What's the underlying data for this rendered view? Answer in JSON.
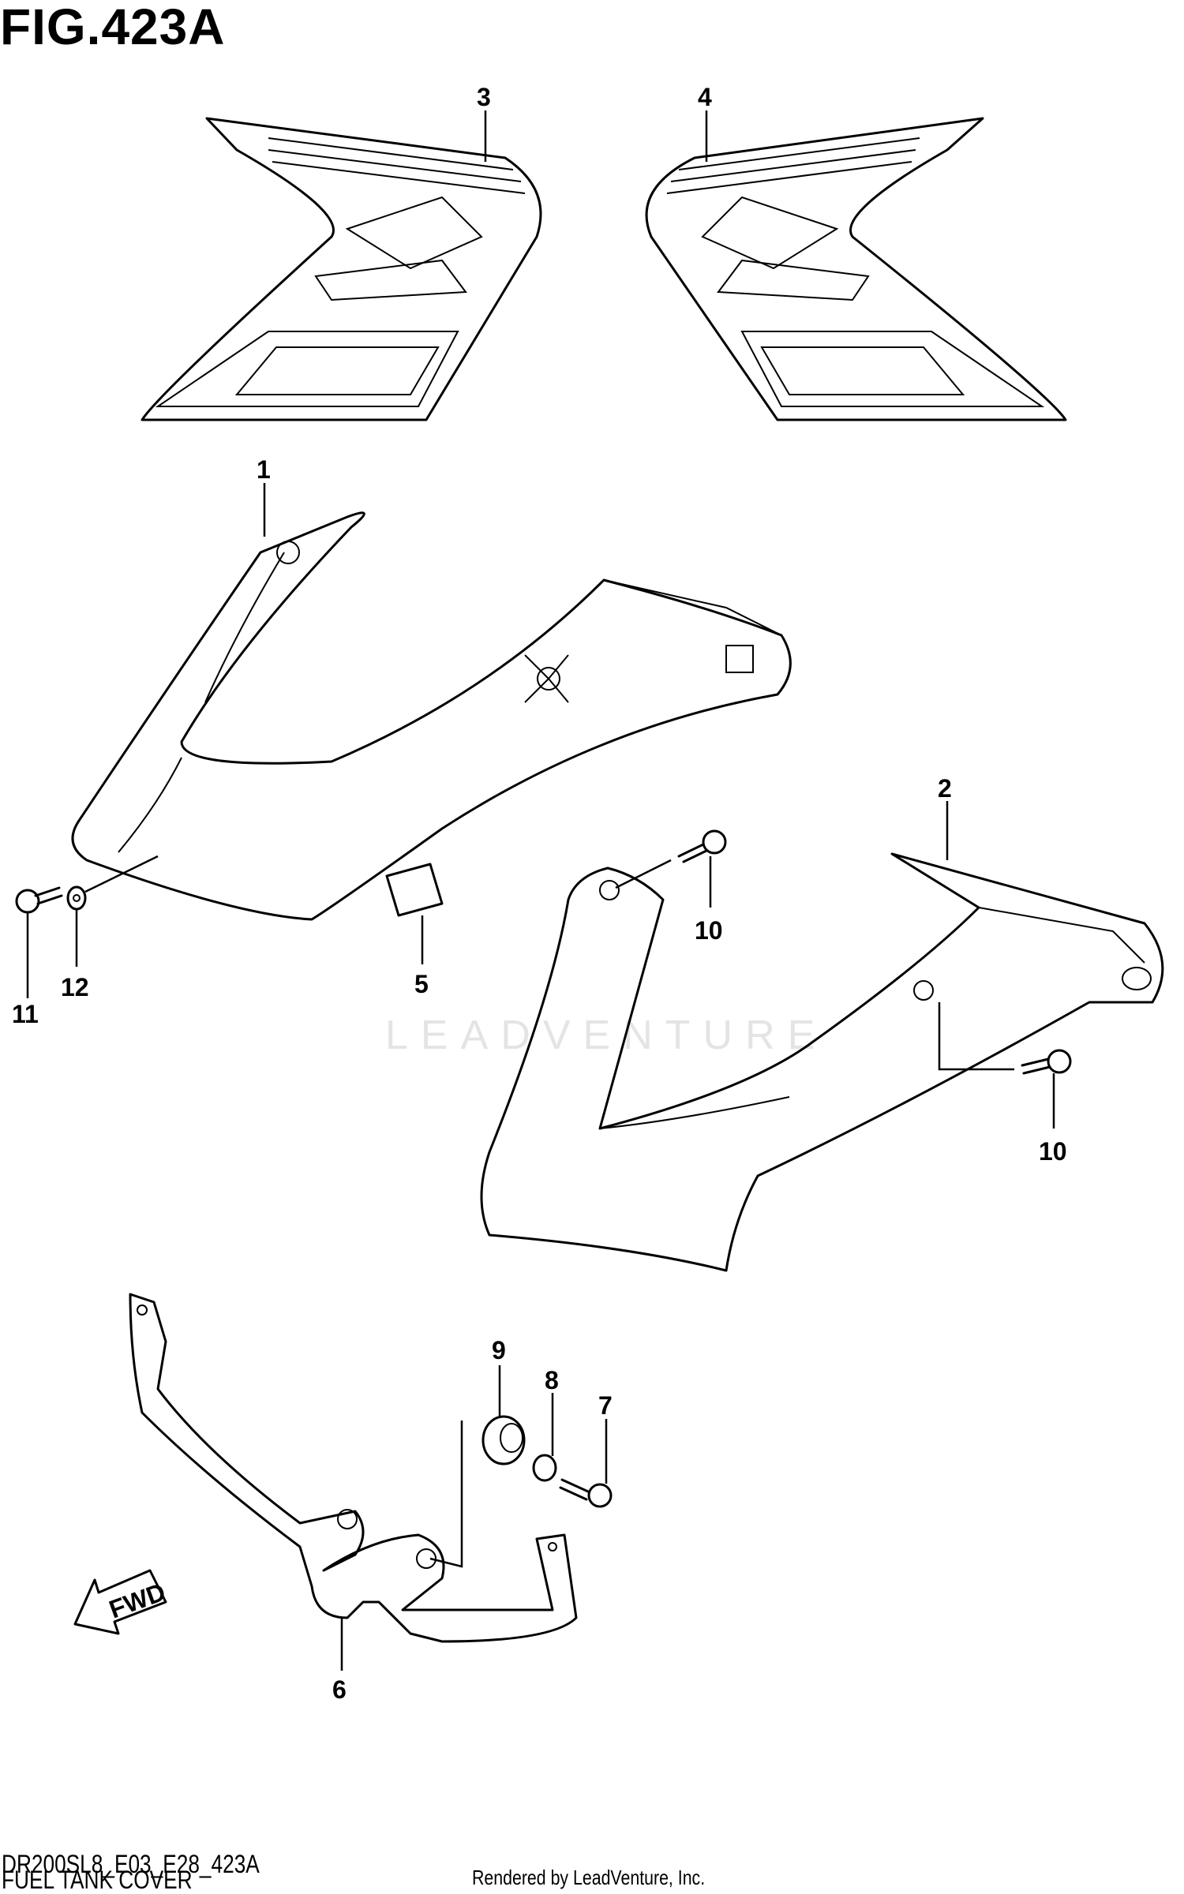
{
  "figure": {
    "title": "FIG.423A",
    "code": "DR200SL8_E03_E28_423A",
    "subtitle": "FUEL TANK COVER",
    "credit": "Rendered by LeadVenture, Inc.",
    "watermark": "LEADVENTURE"
  },
  "callouts": {
    "c1": "1",
    "c2": "2",
    "c3": "3",
    "c4": "4",
    "c5": "5",
    "c6": "6",
    "c7": "7",
    "c8": "8",
    "c9": "9",
    "c10a": "10",
    "c10b": "10",
    "c11": "11",
    "c12": "12"
  },
  "fwd_label": "FWD"
}
